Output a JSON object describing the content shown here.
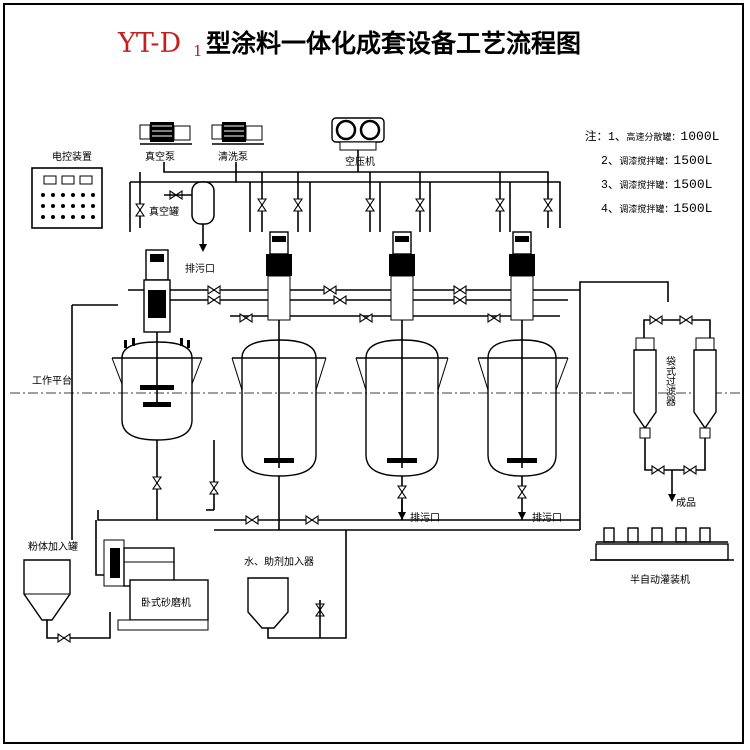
{
  "title": {
    "model_prefix": "YT-D",
    "model_sub": "1",
    "text": "型涂料一体化成套设备工艺流程图"
  },
  "labels": {
    "control_panel": "电控装置",
    "vacuum_pump": "真空泵",
    "cleaning_pump": "清洗泵",
    "air_compressor": "空压机",
    "vacuum_buffer": "真空罐",
    "drain_top": "排污口",
    "work_platform": "工作平台",
    "drain_mid": "排污口",
    "drain_right": "排污口",
    "filter": "袋式过滤器",
    "product": "成品",
    "powder_feed": "粉体加入罐",
    "water_additive": "水、助剂加入器",
    "sand_mill": "卧式砂磨机",
    "filling_machine": "半自动灌装机"
  },
  "notes": [
    {
      "prefix": "注：1、",
      "name": "高速分散罐：",
      "value": "1000L"
    },
    {
      "prefix": "2、",
      "name": "调漆搅拌罐：",
      "value": "1500L"
    },
    {
      "prefix": "3、",
      "name": "调漆搅拌罐：",
      "value": "1500L"
    },
    {
      "prefix": "4、",
      "name": "调漆搅拌罐：",
      "value": "1500L"
    }
  ],
  "colors": {
    "title_red": "#c41e1e",
    "line": "#000000"
  }
}
